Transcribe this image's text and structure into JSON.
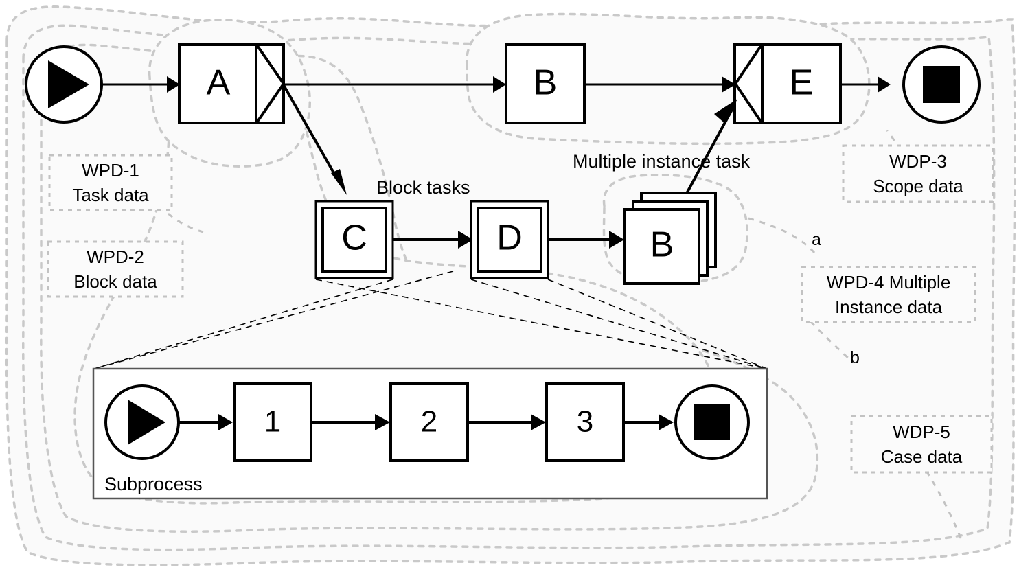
{
  "diagram": {
    "title": "Workflow data patterns diagram",
    "main_flow": {
      "start_event": "start-event",
      "end_event": "end-event",
      "tasks": [
        {
          "id": "A",
          "label": "A",
          "kind": "task-with-and-split"
        },
        {
          "id": "B",
          "label": "B",
          "kind": "task"
        },
        {
          "id": "E",
          "label": "E",
          "kind": "task-with-and-join"
        }
      ]
    },
    "block_flow": {
      "caption": "Block tasks",
      "tasks": [
        {
          "id": "C",
          "label": "C",
          "kind": "block-task"
        },
        {
          "id": "D",
          "label": "D",
          "kind": "block-task"
        },
        {
          "id": "Bmi",
          "label": "B",
          "kind": "multiple-instance-task"
        }
      ]
    },
    "annotations": [
      {
        "id": "multiple-instance-task",
        "text": "Multiple instance task"
      },
      {
        "id": "block-tasks",
        "text": "Block tasks"
      },
      {
        "id": "marker-a",
        "text": "a"
      },
      {
        "id": "marker-b",
        "text": "b"
      }
    ],
    "subprocess": {
      "caption": "Subprocess",
      "start_event": "start-event",
      "end_event": "end-event",
      "tasks": [
        {
          "id": "1",
          "label": "1"
        },
        {
          "id": "2",
          "label": "2"
        },
        {
          "id": "3",
          "label": "3"
        }
      ]
    },
    "data_scopes": [
      {
        "id": "wdp-1",
        "line1": "WPD-1",
        "line2": "Task data"
      },
      {
        "id": "wdp-2",
        "line1": "WPD-2",
        "line2": "Block data"
      },
      {
        "id": "wdp-3",
        "line1": "WDP-3",
        "line2": "Scope data"
      },
      {
        "id": "wdp-4",
        "line1": "WPD-4 Multiple",
        "line2": "Instance data"
      },
      {
        "id": "wdp-5",
        "line1": "WDP-5",
        "line2": "Case data"
      }
    ],
    "colors": {
      "region_fill": "#fafafa",
      "region_stroke": "#c9c9c9",
      "shape_stroke": "#000000",
      "shape_fill": "#ffffff",
      "label_stroke": "#c2c2c2"
    }
  }
}
